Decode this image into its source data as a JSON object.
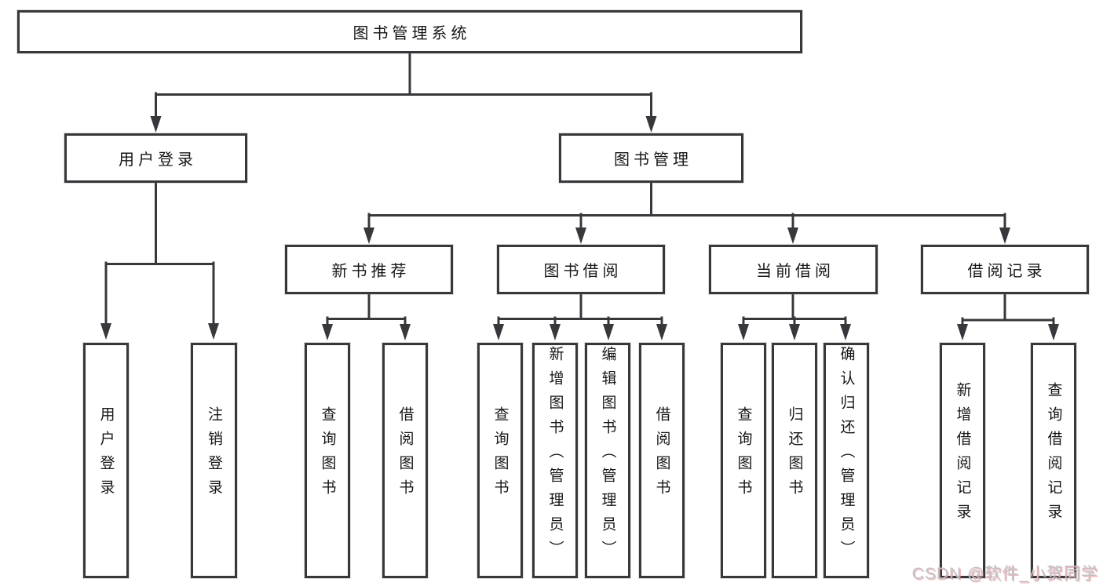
{
  "nodes": {
    "root": "图书管理系统",
    "user_login": "用户登录",
    "book_mgmt": "图书管理",
    "new_book_rec": "新书推荐",
    "book_borrow": "图书借阅",
    "current_borrow": "当前借阅",
    "borrow_records": "借阅记录"
  },
  "leaves": {
    "user_login": "用户登录",
    "logout": "注销登录",
    "rec_query_book": "查询图书",
    "rec_borrow_book": "借阅图书",
    "bb_query_book": "查询图书",
    "bb_add_book": "新增图书（管理员）",
    "bb_edit_book": "编辑图书（管理员）",
    "bb_borrow_book": "借阅图书",
    "cur_query_book": "查询图书",
    "cur_return_book": "归还图书",
    "cur_confirm_return": "确认归还（管理员）",
    "rd_add_record": "新增借阅记录",
    "rd_query_record": "查询借阅记录"
  },
  "watermark": "CSDN @软件_小贺同学",
  "colors": {
    "line": "#38383c",
    "box_border": "#38383c",
    "text": "#17171a",
    "watermark": "#c2c2c7",
    "watermark_shadow": "#de8282"
  }
}
